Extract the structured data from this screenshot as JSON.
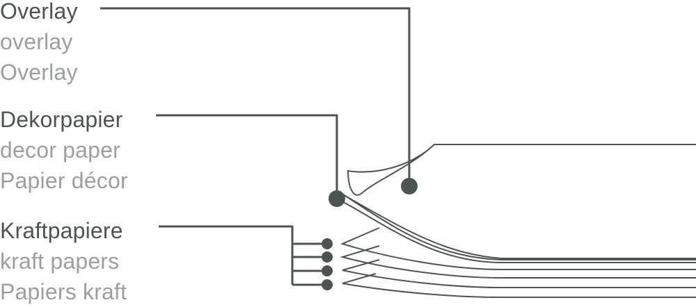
{
  "labels": {
    "overlay": {
      "de": "Overlay",
      "en": "overlay",
      "fr": "Overlay"
    },
    "decor_paper": {
      "de": "Dekorpapier",
      "en": "decor paper",
      "fr": "Papier décor"
    },
    "kraft_papers": {
      "de": "Kraftpapiere",
      "en": "kraft papers",
      "fr": "Papiers kraft"
    }
  },
  "colors": {
    "primary_text": "#4a5450",
    "secondary_text": "#9aa09d",
    "leader_line": "#4a5450",
    "marker_dot": "#4a5450",
    "sheet_stroke": "#4a5450"
  },
  "kraft_paper_sheet_count": 4
}
